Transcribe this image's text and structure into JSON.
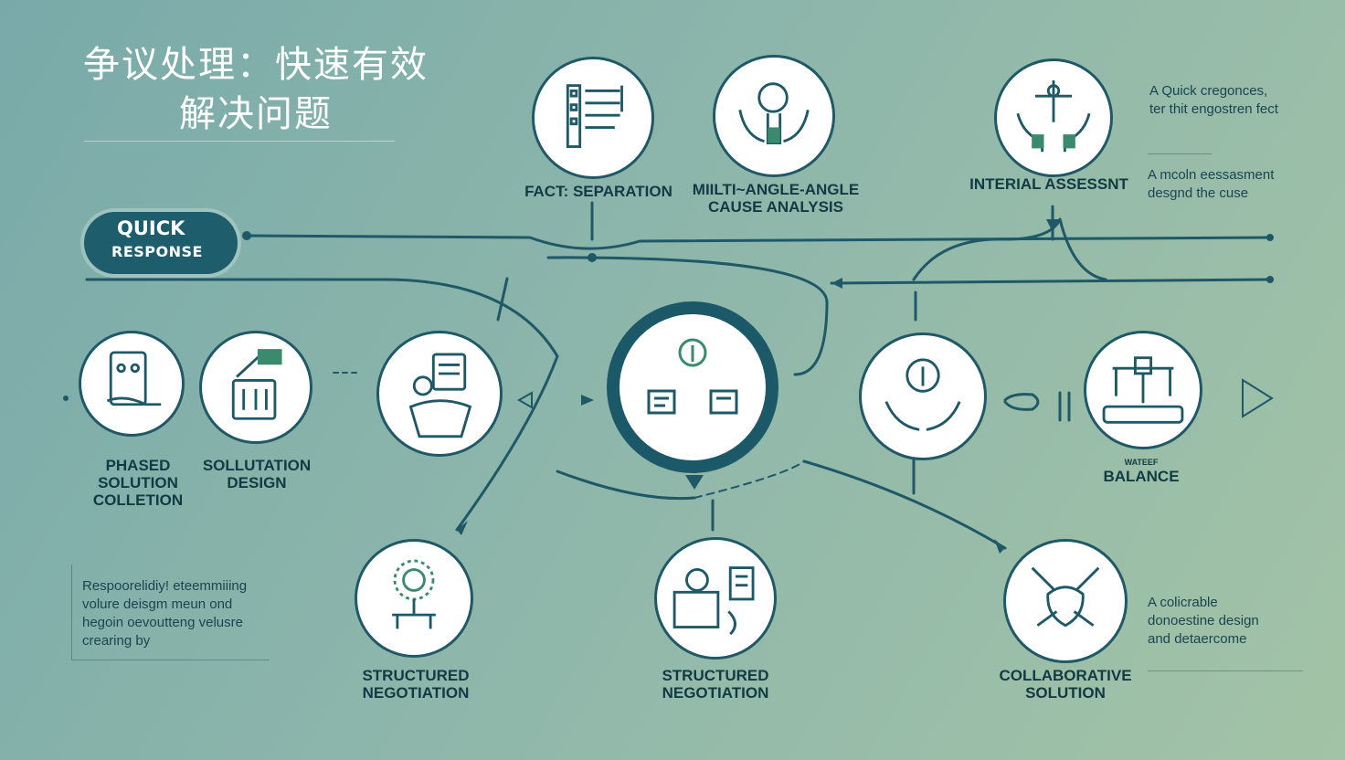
{
  "title": "争议处理：快速有效解决问题",
  "title_lines": [
    "争议处理：快速有效",
    "解决问题"
  ],
  "badge": {
    "line1": "QUICK",
    "line2": "RESPONSE"
  },
  "top_nodes": [
    {
      "label_lines": [
        "FACT: SEPARATION"
      ],
      "icon": "document-list-icon"
    },
    {
      "label_lines": [
        "MIILTI~ANGLE-ANGLE",
        "CAUSE ANALYSIS"
      ],
      "icon": "hands-lightbulb-icon"
    },
    {
      "label_lines": [
        "INTERIAL ASSESSNT"
      ],
      "icon": "hands-balance-icon"
    }
  ],
  "left_nodes": [
    {
      "label_lines": [
        "PHASED",
        "SOLUTION",
        "COLLETION"
      ],
      "icon": "hand-device-icon"
    },
    {
      "label_lines": [
        "SOLLUTATION",
        "DESIGN"
      ],
      "icon": "panel-controls-icon"
    },
    {
      "label_lines": [],
      "icon": "idea-basket-icon"
    }
  ],
  "right_nodes": [
    {
      "label_lines": [],
      "icon": "hands-bulb-icon"
    },
    {
      "label_lines": [
        "WATEEF",
        "BALANCE"
      ],
      "icon": "scale-balance-icon"
    }
  ],
  "bottom_nodes": [
    {
      "label_lines": [
        "STRUCTURED",
        "NEGOTIATION"
      ],
      "icon": "gear-network-icon"
    },
    {
      "label_lines": [
        "STRUCTURED",
        "NEGOTIATION"
      ],
      "icon": "meeting-board-icon"
    },
    {
      "label_lines": [
        "COLLABORATIVE",
        "SOLUTION"
      ],
      "icon": "handshake-icon"
    }
  ],
  "notes": {
    "top_right_1": [
      "A Quick cregonces,",
      "ter thit engostren fect"
    ],
    "top_right_2": [
      "A mcoln eessasment",
      "desgnd the cuse"
    ],
    "left_box": [
      "Respoorelidiy! eteemmiiing",
      "volure deisgm meun ond",
      "hegoin oevoutteng velusre",
      "crearing by"
    ],
    "bottom_right": [
      "A colicrable",
      "donoestine design",
      "and detaercome"
    ]
  },
  "colors": {
    "accent": "#1d5d6c",
    "line": "#1f5866",
    "background": "#8db6ab"
  }
}
